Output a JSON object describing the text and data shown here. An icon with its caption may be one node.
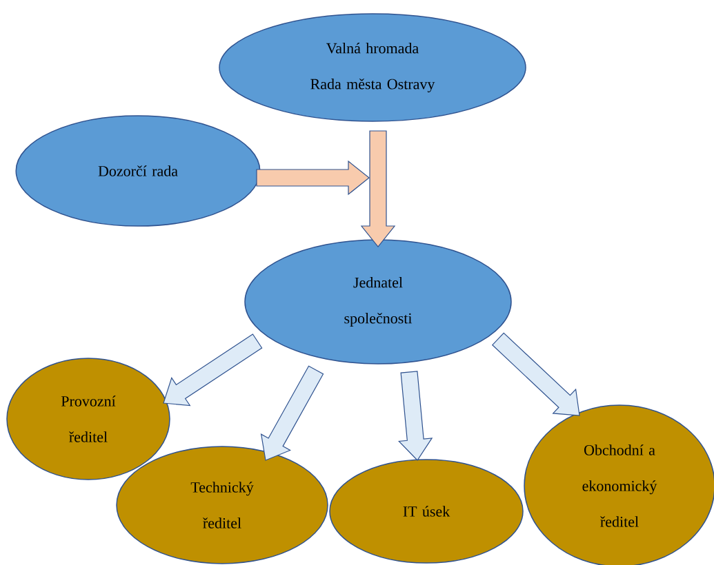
{
  "diagram": {
    "nodes": [
      {
        "text": [
          "Valná hromada Rada města Ostravy"
        ]
      },
      {
        "text": [
          "Dozorčí rada"
        ]
      },
      {
        "text": [
          "Jednatel společnosti"
        ]
      },
      {
        "text": [
          "Provozní ředitel"
        ]
      },
      {
        "text": [
          "Technický ředitel"
        ]
      },
      {
        "text": [
          "IT úsek"
        ]
      },
      {
        "text": [
          "Obchodní a ekonomický ředitel"
        ]
      }
    ],
    "edges": [
      {
        "from": 0,
        "to": 2,
        "arrow": "to"
      },
      {
        "from": 1,
        "to": null,
        "arrow": "to"
      },
      {
        "from": 2,
        "to": 3,
        "arrow": "to"
      },
      {
        "from": 2,
        "to": 4,
        "arrow": "to"
      },
      {
        "from": 2,
        "to": 5,
        "arrow": "to"
      },
      {
        "from": 2,
        "to": 6,
        "arrow": "to"
      }
    ]
  }
}
